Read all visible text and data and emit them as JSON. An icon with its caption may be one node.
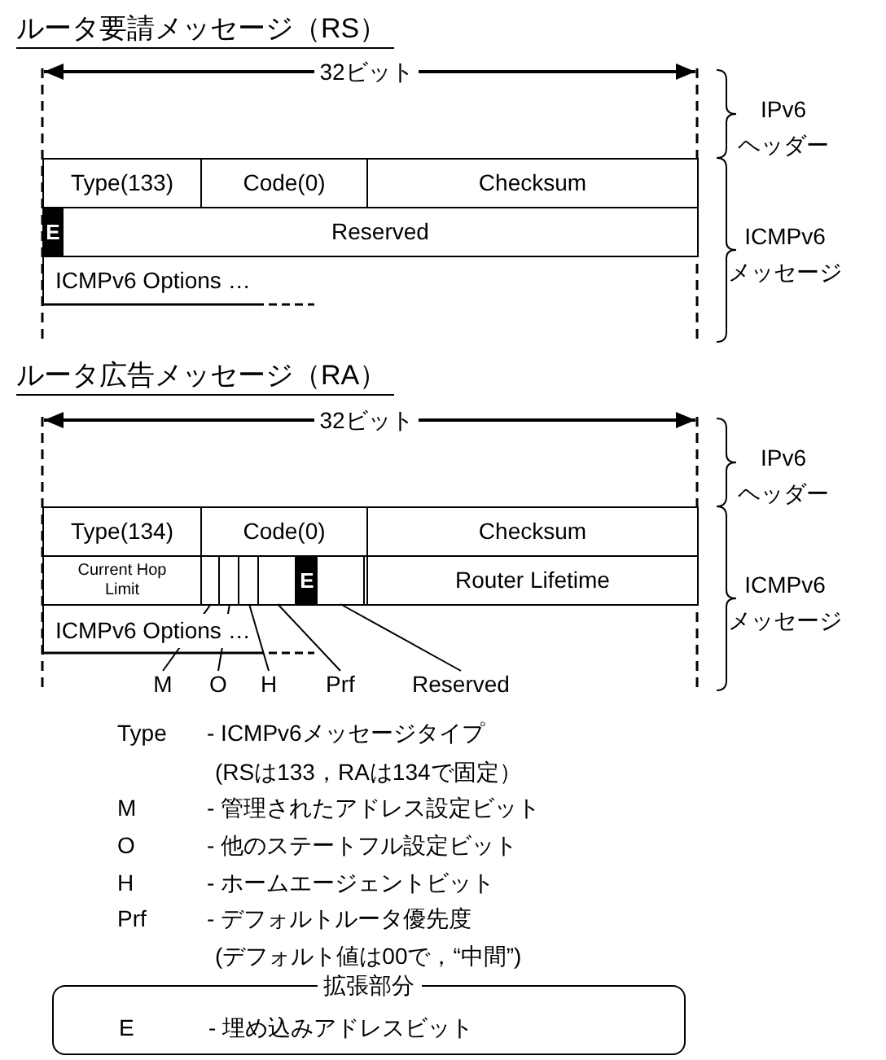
{
  "diagram": {
    "nodes": [
      {
        "text": [
          "Type(133)"
        ]
      },
      {
        "text": [
          "Code(0)"
        ]
      },
      {
        "text": [
          "Checksum"
        ]
      },
      {
        "text": [
          "E"
        ]
      },
      {
        "text": [
          "Reserved"
        ]
      },
      {
        "text": [
          "ICMPv6 Options …"
        ]
      },
      {
        "text": [
          "Type(134)"
        ]
      },
      {
        "text": [
          "Code(0)"
        ]
      },
      {
        "text": [
          "Checksum"
        ]
      },
      {
        "text": [
          "Current Hop Limit"
        ]
      },
      {
        "text": [],
        "shape": "box"
      },
      {
        "text": [],
        "shape": "box"
      },
      {
        "text": [],
        "shape": "box"
      },
      {
        "text": [],
        "shape": "box"
      },
      {
        "text": [
          "E"
        ]
      },
      {
        "text": [],
        "shape": "box"
      },
      {
        "text": [
          "Router Lifetime"
        ]
      },
      {
        "text": [
          "ICMPv6 Options …"
        ]
      },
      {
        "text": [
          "M"
        ]
      },
      {
        "text": [
          "O"
        ]
      },
      {
        "text": [
          "H"
        ]
      },
      {
        "text": [
          "Prf"
        ]
      },
      {
        "text": [
          "Reserved"
        ]
      },
      {
        "text": [
          "拡張部分",
          "E",
          "- 埋め込みアドレスビット"
        ]
      }
    ],
    "edges": [
      {
        "from": 18,
        "to": 10,
        "arrow": "none"
      },
      {
        "from": 19,
        "to": 11,
        "arrow": "none"
      },
      {
        "from": 20,
        "to": 12,
        "arrow": "none"
      },
      {
        "from": 21,
        "to": 13,
        "arrow": "none"
      },
      {
        "from": 22,
        "to": 15,
        "arrow": "none"
      }
    ],
    "labels": [
      "ルータ要請メッセージ（RS）",
      "32ビット",
      "IPv6 ヘッダー",
      "ICMPv6 メッセージ",
      "ルータ広告メッセージ（RA）",
      "32ビット",
      "IPv6 ヘッダー",
      "ICMPv6 メッセージ",
      "Type",
      "- ICMPv6メッセージタイプ",
      "(RSは133，RAは134で固定）",
      "M",
      "- 管理されたアドレス設定ビット",
      "O",
      "- 他のステートフル設定ビット",
      "H",
      "- ホームエージェントビット",
      "Prf",
      "- デフォルトルータ優先度",
      "(デフォルト値は00で，“中間”)"
    ]
  }
}
